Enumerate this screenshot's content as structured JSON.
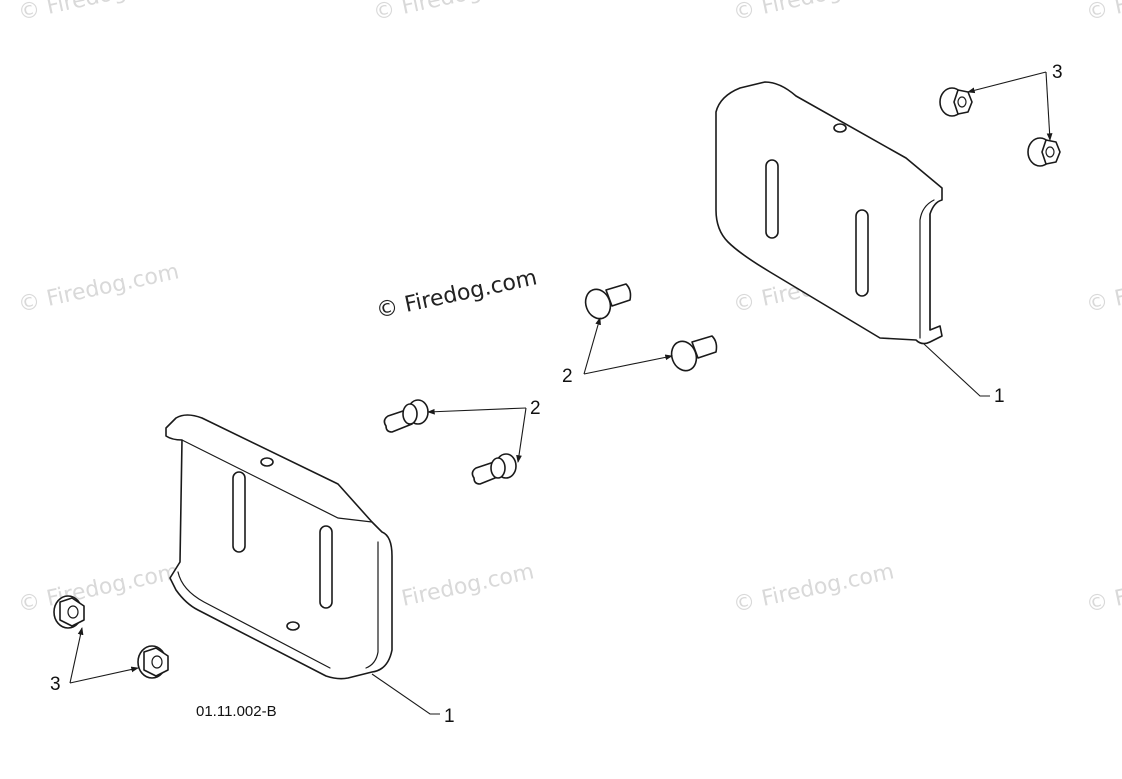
{
  "watermark": {
    "text": "© Firedog.com",
    "color": "#d9d9d9",
    "strong_color": "#222222"
  },
  "callouts": {
    "shoe_right": "1",
    "shoe_left": "1",
    "carriage_bolts": "2",
    "flange_bolts": "2",
    "nuts_right": "3",
    "nuts_left": "3"
  },
  "drawing_code": "01.11.002-B"
}
